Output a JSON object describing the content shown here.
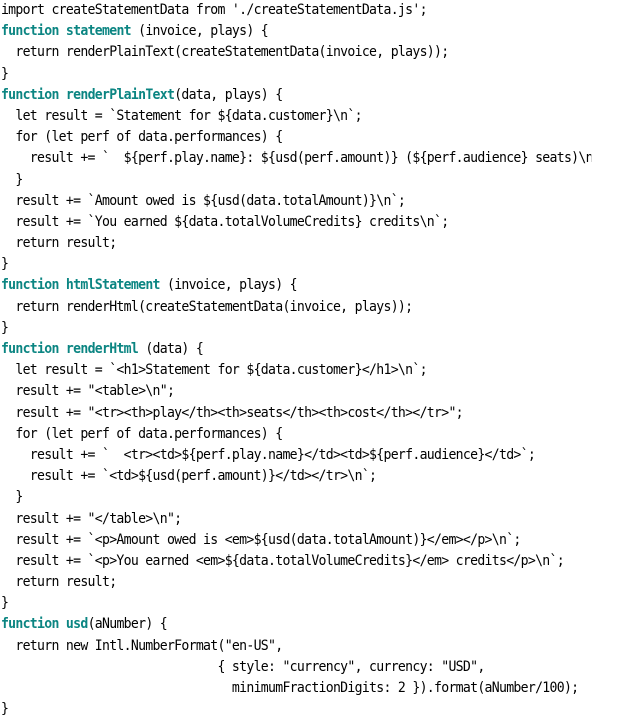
{
  "colors": {
    "background": "#ffffff",
    "text": "#000000",
    "keyword": "#0b8582"
  },
  "code": {
    "lines": [
      [
        {
          "t": "import createStatementData from './createStatementData.js';"
        }
      ],
      [
        {
          "t": "function",
          "c": "kw"
        },
        {
          "t": " "
        },
        {
          "t": "statement",
          "c": "fn"
        },
        {
          "t": " (invoice, plays) {"
        }
      ],
      [
        {
          "t": "  return renderPlainText(createStatementData(invoice, plays));"
        }
      ],
      [
        {
          "t": "}"
        }
      ],
      [
        {
          "t": "function",
          "c": "kw"
        },
        {
          "t": " "
        },
        {
          "t": "renderPlainText",
          "c": "fn"
        },
        {
          "t": "(data, plays) {"
        }
      ],
      [
        {
          "t": "  let result = `Statement for ${data.customer}\\n`;"
        }
      ],
      [
        {
          "t": "  for (let perf of data.performances) {"
        }
      ],
      [
        {
          "t": "    result += `  ${perf.play.name}: ${usd(perf.amount)} (${perf.audience} seats)\\n`;"
        }
      ],
      [
        {
          "t": "  }"
        }
      ],
      [
        {
          "t": "  result += `Amount owed is ${usd(data.totalAmount)}\\n`;"
        }
      ],
      [
        {
          "t": "  result += `You earned ${data.totalVolumeCredits} credits\\n`;"
        }
      ],
      [
        {
          "t": "  return result;"
        }
      ],
      [
        {
          "t": "}"
        }
      ],
      [
        {
          "t": "function",
          "c": "kw"
        },
        {
          "t": " "
        },
        {
          "t": "htmlStatement",
          "c": "fn"
        },
        {
          "t": " (invoice, plays) {"
        }
      ],
      [
        {
          "t": "  return renderHtml(createStatementData(invoice, plays));"
        }
      ],
      [
        {
          "t": "}"
        }
      ],
      [
        {
          "t": "function",
          "c": "kw"
        },
        {
          "t": " "
        },
        {
          "t": "renderHtml",
          "c": "fn"
        },
        {
          "t": " (data) {"
        }
      ],
      [
        {
          "t": "  let result = `<h1>Statement for ${data.customer}</h1>\\n`;"
        }
      ],
      [
        {
          "t": "  result += \"<table>\\n\";"
        }
      ],
      [
        {
          "t": "  result += \"<tr><th>play</th><th>seats</th><th>cost</th></tr>\";"
        }
      ],
      [
        {
          "t": "  for (let perf of data.performances) {"
        }
      ],
      [
        {
          "t": "    result += `  <tr><td>${perf.play.name}</td><td>${perf.audience}</td>`;"
        }
      ],
      [
        {
          "t": "    result += `<td>${usd(perf.amount)}</td></tr>\\n`;"
        }
      ],
      [
        {
          "t": "  }"
        }
      ],
      [
        {
          "t": "  result += \"</table>\\n\";"
        }
      ],
      [
        {
          "t": "  result += `<p>Amount owed is <em>${usd(data.totalAmount)}</em></p>\\n`;"
        }
      ],
      [
        {
          "t": "  result += `<p>You earned <em>${data.totalVolumeCredits}</em> credits</p>\\n`;"
        }
      ],
      [
        {
          "t": "  return result;"
        }
      ],
      [
        {
          "t": "}"
        }
      ],
      [
        {
          "t": "function",
          "c": "kw"
        },
        {
          "t": " "
        },
        {
          "t": "usd",
          "c": "fn"
        },
        {
          "t": "(aNumber) {"
        }
      ],
      [
        {
          "t": "  return new Intl.NumberFormat(\"en-US\","
        }
      ],
      [
        {
          "t": "                              { style: \"currency\", currency: \"USD\","
        }
      ],
      [
        {
          "t": "                                minimumFractionDigits: 2 }).format(aNumber/100);"
        }
      ],
      [
        {
          "t": "}"
        }
      ]
    ]
  }
}
